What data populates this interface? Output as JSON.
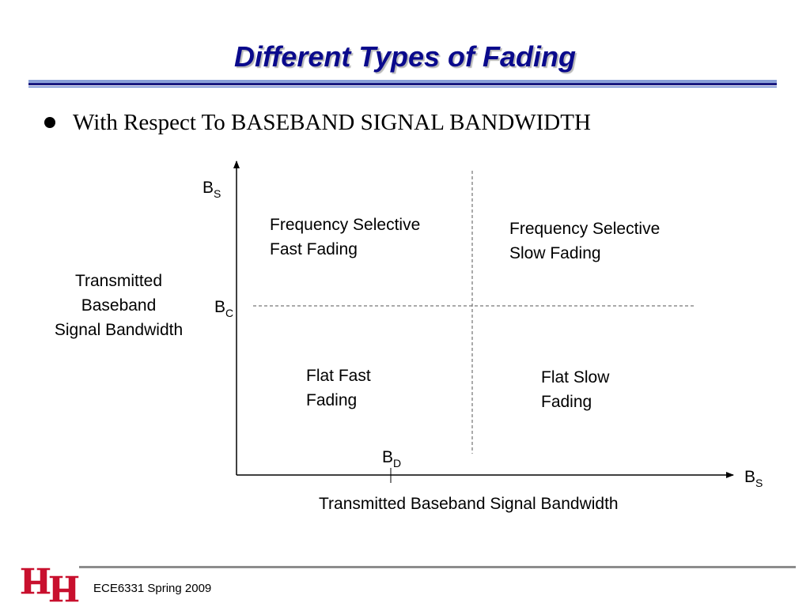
{
  "slide": {
    "title": "Different Types of Fading",
    "bullet": "With Respect To BASEBAND SIGNAL BANDWIDTH"
  },
  "diagram": {
    "y_axis_symbol": "B",
    "y_axis_subscript": "S",
    "x_axis_symbol": "B",
    "x_axis_subscript": "S",
    "y_threshold_symbol": "B",
    "y_threshold_subscript": "C",
    "x_threshold_symbol": "B",
    "x_threshold_subscript": "D",
    "y_axis_title": [
      "Transmitted",
      "Baseband",
      "Signal Bandwidth"
    ],
    "x_axis_title": "Transmitted Baseband Signal Bandwidth",
    "quadrants": {
      "top_left": [
        "Frequency Selective",
        "Fast Fading"
      ],
      "top_right": [
        "Frequency Selective",
        "Slow Fading"
      ],
      "bottom_left": [
        "Flat Fast",
        "Fading"
      ],
      "bottom_right": [
        "Flat Slow",
        "Fading"
      ]
    }
  },
  "footer": {
    "course": "ECE6331 Spring 2009"
  },
  "colors": {
    "title": "#0a0a8c",
    "title_rule_dark": "#1a1a80",
    "title_rule_light": "#8aa0d8",
    "logo_red": "#c8102e"
  }
}
